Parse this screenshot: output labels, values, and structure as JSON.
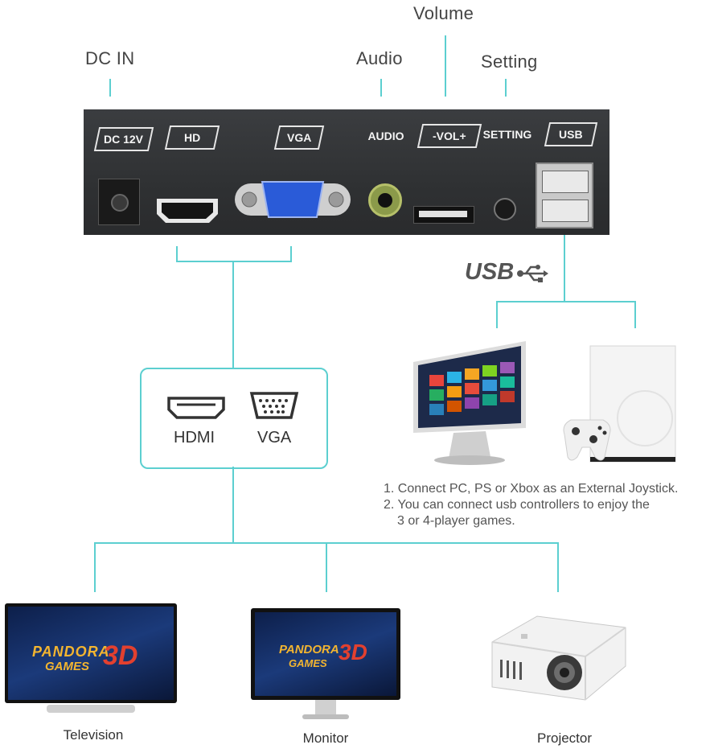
{
  "callouts": {
    "dc_in": "DC IN",
    "audio": "Audio",
    "volume": "Volume",
    "setting": "Setting"
  },
  "panel_labels": {
    "dc": "DC 12V",
    "hd": "HD",
    "vga": "VGA",
    "audio": "AUDIO",
    "vol": "-VOL+",
    "setting": "SETTING",
    "usb": "USB"
  },
  "usb_heading": "USB",
  "video_outputs": {
    "hdmi": "HDMI",
    "vga": "VGA"
  },
  "notes": [
    "1. Connect PC, PS or Xbox as an External Joystick.",
    "2. You can connect usb controllers to enjoy the",
    "3 or 4-player games."
  ],
  "screen_logo": {
    "line1": "PANDORA",
    "line2": "GAMES",
    "badge": "3D"
  },
  "devices": {
    "television": "Television",
    "monitor": "Monitor",
    "projector": "Projector"
  },
  "colors": {
    "connector_line": "#5ccfd0",
    "panel": "#2f3133"
  }
}
